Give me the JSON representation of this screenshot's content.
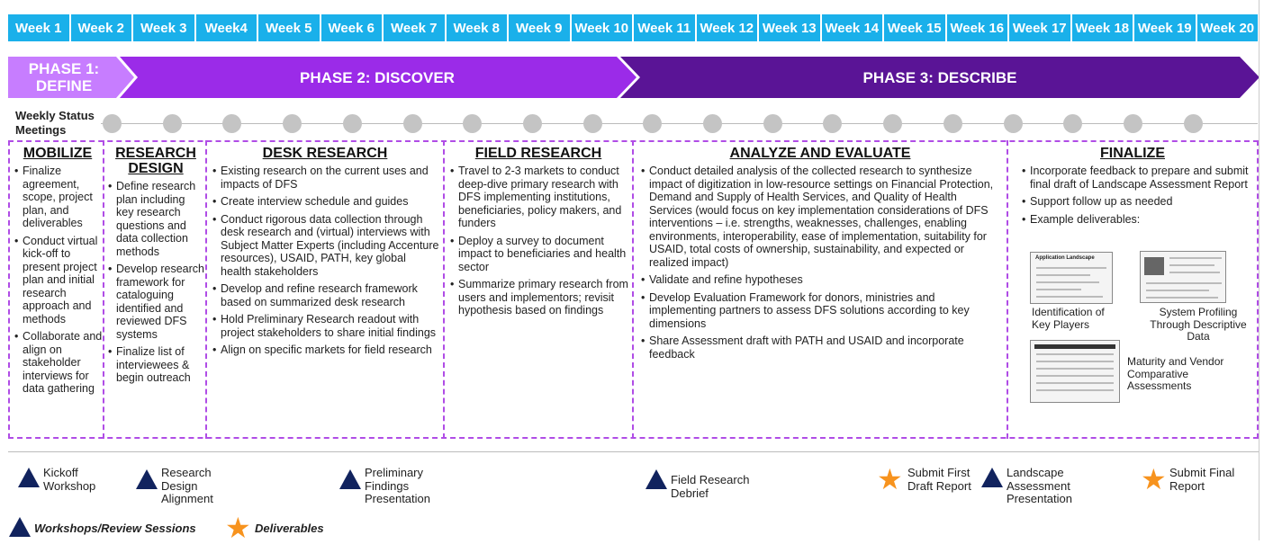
{
  "weeks": [
    "Week 1",
    "Week 2",
    "Week 3",
    "Week4",
    "Week 5",
    "Week 6",
    "Week 7",
    "Week 8",
    "Week 9",
    "Week 10",
    "Week 11",
    "Week 12",
    "Week 13",
    "Week 14",
    "Week 15",
    "Week 16",
    "Week 17",
    "Week 18",
    "Week 19",
    "Week 20"
  ],
  "phases": {
    "define": "PHASE 1: DEFINE",
    "discover": "PHASE 2: DISCOVER",
    "describe": "PHASE 3: DESCRIBE"
  },
  "colors": {
    "week_header": "#1ab0ea",
    "phase1": "#c77dff",
    "phase2": "#9b2be8",
    "phase3": "#5a1496",
    "dashed_border": "#b04de6",
    "workshop": "#11235e",
    "deliverable": "#f7931e"
  },
  "status_meetings": {
    "label": "Weekly Status Meetings",
    "count": 19
  },
  "columns": {
    "mobilize": {
      "title": "MOBILIZE",
      "items": [
        "Finalize agreement, scope, project plan, and deliverables",
        "Conduct virtual kick-off to present project plan and initial research approach and methods",
        "Collaborate and align on stakeholder interviews for data gathering"
      ]
    },
    "research_design": {
      "title": "RESEARCH DESIGN",
      "items": [
        "Define research plan including key research questions and data collection methods",
        "Develop research framework for cataloguing identified and reviewed DFS systems",
        "Finalize list of interviewees & begin outreach"
      ]
    },
    "desk_research": {
      "title": "DESK RESEARCH",
      "items": [
        "Existing research on the current uses and impacts of DFS",
        "Create interview schedule and guides",
        "Conduct rigorous data collection through desk research and (virtual) interviews with Subject Matter Experts (including Accenture resources), USAID, PATH, key global health stakeholders",
        "Develop and refine research framework based on summarized desk research",
        "Hold Preliminary Research readout with project stakeholders to share initial findings",
        "Align on specific markets for field research"
      ]
    },
    "field_research": {
      "title": "FIELD RESEARCH",
      "items": [
        "Travel to 2-3 markets to conduct deep-dive primary research with DFS implementing institutions, beneficiaries, policy makers, and funders",
        "Deploy a survey to document impact to beneficiaries and health sector",
        "Summarize primary research from users and implementors; revisit hypothesis based on findings"
      ]
    },
    "analyze": {
      "title": "ANALYZE AND EVALUATE",
      "items": [
        "Conduct detailed analysis of the collected research to synthesize impact of digitization in low-resource settings on Financial Protection, Demand and Supply of Health Services, and Quality of Health Services (would focus on key implementation considerations of DFS interventions – i.e. strengths, weaknesses, challenges, enabling environments, interoperability, ease of implementation, suitability for USAID, total costs of ownership, sustainability, and expected or realized impact)",
        "Validate and refine hypotheses",
        "Develop Evaluation Framework for donors, ministries and implementing partners to assess DFS solutions according to key dimensions",
        "Share Assessment draft with PATH and USAID and incorporate feedback"
      ]
    },
    "finalize": {
      "title": "FINALIZE",
      "items": [
        "Incorporate feedback to prepare and submit final draft of Landscape Assessment Report",
        "Support follow up as needed",
        "Example deliverables:"
      ],
      "thumbnails": [
        {
          "caption": "Identification of Key Players",
          "header": "Application Landscape"
        },
        {
          "caption": "System Profiling Through Descriptive Data"
        },
        {
          "caption": "Maturity and Vendor Comparative Assessments"
        }
      ]
    }
  },
  "milestones": [
    {
      "label": "Kickoff Workshop",
      "type": "workshop"
    },
    {
      "label": "Research Design Alignment",
      "type": "workshop"
    },
    {
      "label": "Preliminary Findings Presentation",
      "type": "workshop"
    },
    {
      "label": "Field Research Debrief",
      "type": "workshop"
    },
    {
      "label": "Submit First Draft Report",
      "type": "deliverable"
    },
    {
      "label": "Landscape Assessment Presentation",
      "type": "workshop"
    },
    {
      "label": "Submit Final Report",
      "type": "deliverable"
    }
  ],
  "legend": {
    "workshops": "Workshops/Review Sessions",
    "deliverables": "Deliverables"
  }
}
